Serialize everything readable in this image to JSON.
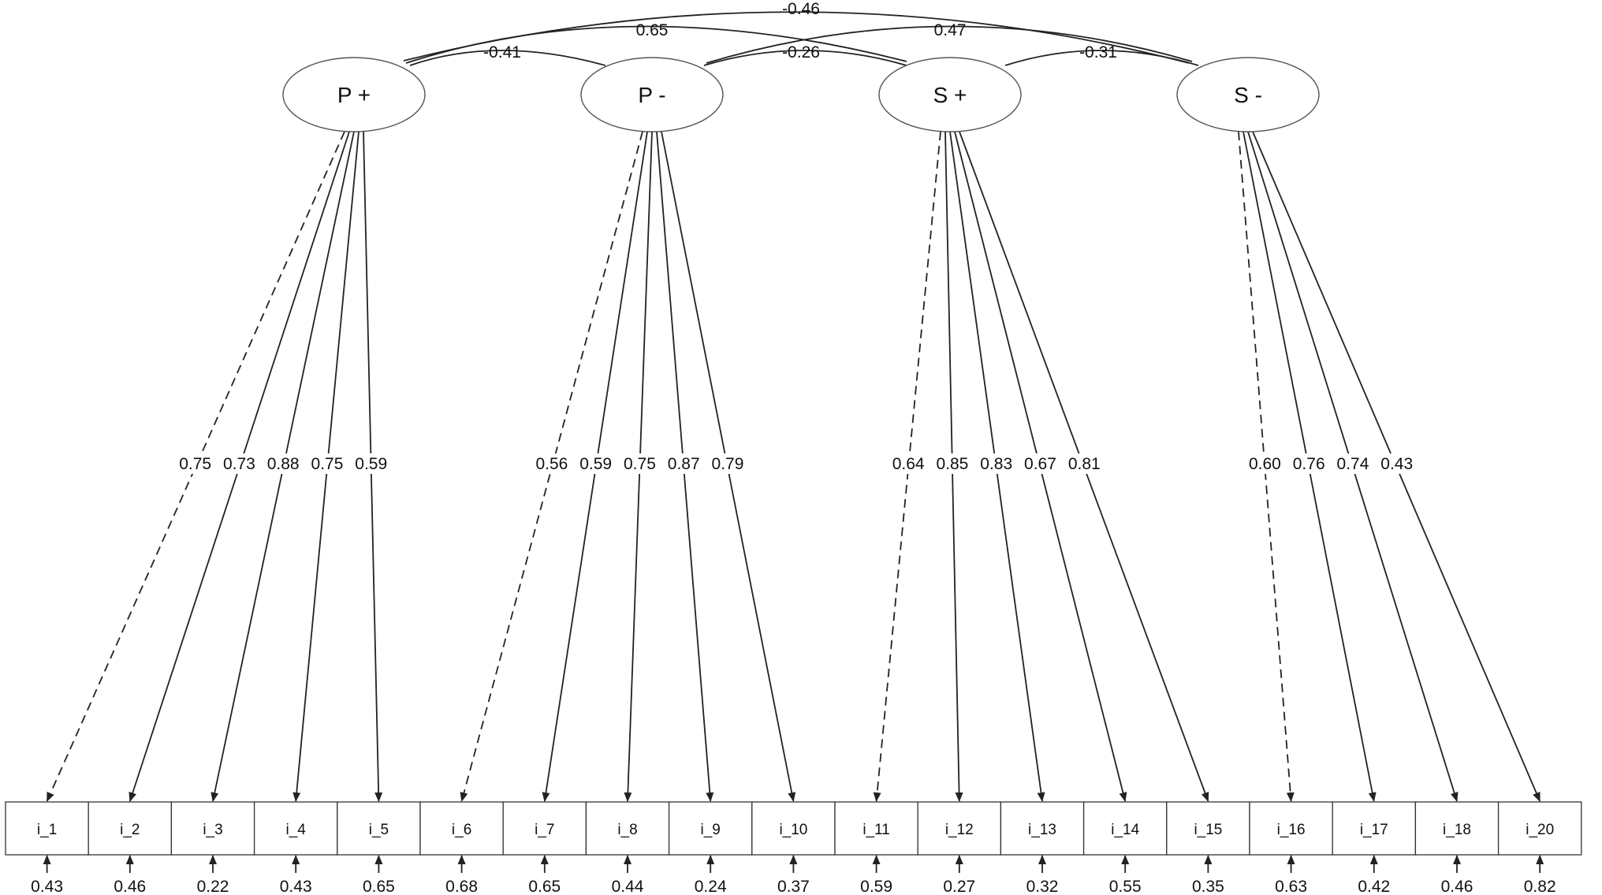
{
  "latents": [
    {
      "id": "Pplus",
      "label": "P +"
    },
    {
      "id": "Pminus",
      "label": "P -"
    },
    {
      "id": "Splus",
      "label": "S +"
    },
    {
      "id": "Sminus",
      "label": "S -"
    }
  ],
  "items": [
    {
      "label": "i_1",
      "residual": "0.43"
    },
    {
      "label": "i_2",
      "residual": "0.46"
    },
    {
      "label": "i_3",
      "residual": "0.22"
    },
    {
      "label": "i_4",
      "residual": "0.43"
    },
    {
      "label": "i_5",
      "residual": "0.65"
    },
    {
      "label": "i_6",
      "residual": "0.68"
    },
    {
      "label": "i_7",
      "residual": "0.65"
    },
    {
      "label": "i_8",
      "residual": "0.44"
    },
    {
      "label": "i_9",
      "residual": "0.24"
    },
    {
      "label": "i_10",
      "residual": "0.37"
    },
    {
      "label": "i_11",
      "residual": "0.59"
    },
    {
      "label": "i_12",
      "residual": "0.27"
    },
    {
      "label": "i_13",
      "residual": "0.32"
    },
    {
      "label": "i_14",
      "residual": "0.55"
    },
    {
      "label": "i_15",
      "residual": "0.35"
    },
    {
      "label": "i_16",
      "residual": "0.63"
    },
    {
      "label": "i_17",
      "residual": "0.42"
    },
    {
      "label": "i_18",
      "residual": "0.46"
    },
    {
      "label": "i_20",
      "residual": "0.82"
    }
  ],
  "loadings": [
    {
      "latent": 0,
      "item": 0,
      "value": "0.75",
      "fixed": true
    },
    {
      "latent": 0,
      "item": 1,
      "value": "0.73",
      "fixed": false
    },
    {
      "latent": 0,
      "item": 2,
      "value": "0.88",
      "fixed": false
    },
    {
      "latent": 0,
      "item": 3,
      "value": "0.75",
      "fixed": false
    },
    {
      "latent": 0,
      "item": 4,
      "value": "0.59",
      "fixed": false
    },
    {
      "latent": 1,
      "item": 5,
      "value": "0.56",
      "fixed": true
    },
    {
      "latent": 1,
      "item": 6,
      "value": "0.59",
      "fixed": false
    },
    {
      "latent": 1,
      "item": 7,
      "value": "0.75",
      "fixed": false
    },
    {
      "latent": 1,
      "item": 8,
      "value": "0.87",
      "fixed": false
    },
    {
      "latent": 1,
      "item": 9,
      "value": "0.79",
      "fixed": false
    },
    {
      "latent": 2,
      "item": 10,
      "value": "0.64",
      "fixed": true
    },
    {
      "latent": 2,
      "item": 11,
      "value": "0.85",
      "fixed": false
    },
    {
      "latent": 2,
      "item": 12,
      "value": "0.83",
      "fixed": false
    },
    {
      "latent": 2,
      "item": 13,
      "value": "0.67",
      "fixed": false
    },
    {
      "latent": 2,
      "item": 14,
      "value": "0.81",
      "fixed": false
    },
    {
      "latent": 3,
      "item": 15,
      "value": "0.60",
      "fixed": true
    },
    {
      "latent": 3,
      "item": 16,
      "value": "0.76",
      "fixed": false
    },
    {
      "latent": 3,
      "item": 17,
      "value": "0.74",
      "fixed": false
    },
    {
      "latent": 3,
      "item": 18,
      "value": "0.43",
      "fixed": false
    }
  ],
  "covariances": [
    {
      "from": "P +",
      "to": "P -",
      "value": "-0.41"
    },
    {
      "from": "P +",
      "to": "S +",
      "value": "0.65"
    },
    {
      "from": "P +",
      "to": "S -",
      "value": "-0.46"
    },
    {
      "from": "P -",
      "to": "S +",
      "value": "-0.26"
    },
    {
      "from": "P -",
      "to": "S -",
      "value": "0.47"
    },
    {
      "from": "S +",
      "to": "S -",
      "value": "-0.31"
    }
  ]
}
